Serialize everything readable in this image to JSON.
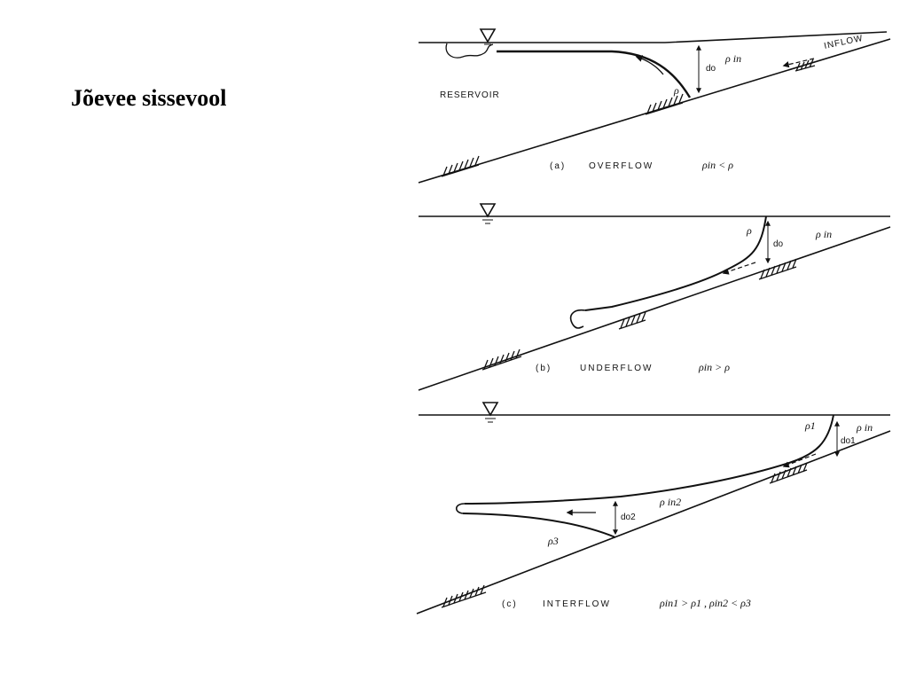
{
  "slide": {
    "title": "Jõevee sissevool"
  },
  "panel_a": {
    "reservoir_label": "RESERVOIR",
    "inflow_label": "INFLOW",
    "depth_label": "do",
    "rho_in": "ρ in",
    "rho": "ρ",
    "caption_id": "(a)",
    "caption_name": "OVERFLOW",
    "caption_relation": "ρin < ρ"
  },
  "panel_b": {
    "depth_label": "do",
    "rho_in": "ρ in",
    "rho": "ρ",
    "caption_id": "(b)",
    "caption_name": "UNDERFLOW",
    "caption_relation": "ρin > ρ"
  },
  "panel_c": {
    "depth_label_1": "do1",
    "depth_label_2": "do2",
    "rho_in": "ρ in",
    "rho_in2": "ρ in2",
    "rho_1": "ρ1",
    "rho_3": "ρ3",
    "caption_id": "(c)",
    "caption_name": "INTERFLOW",
    "caption_relation": "ρin1 > ρ1 , ρin2 < ρ3"
  },
  "colors": {
    "ink": "#111111",
    "background": "#ffffff"
  }
}
